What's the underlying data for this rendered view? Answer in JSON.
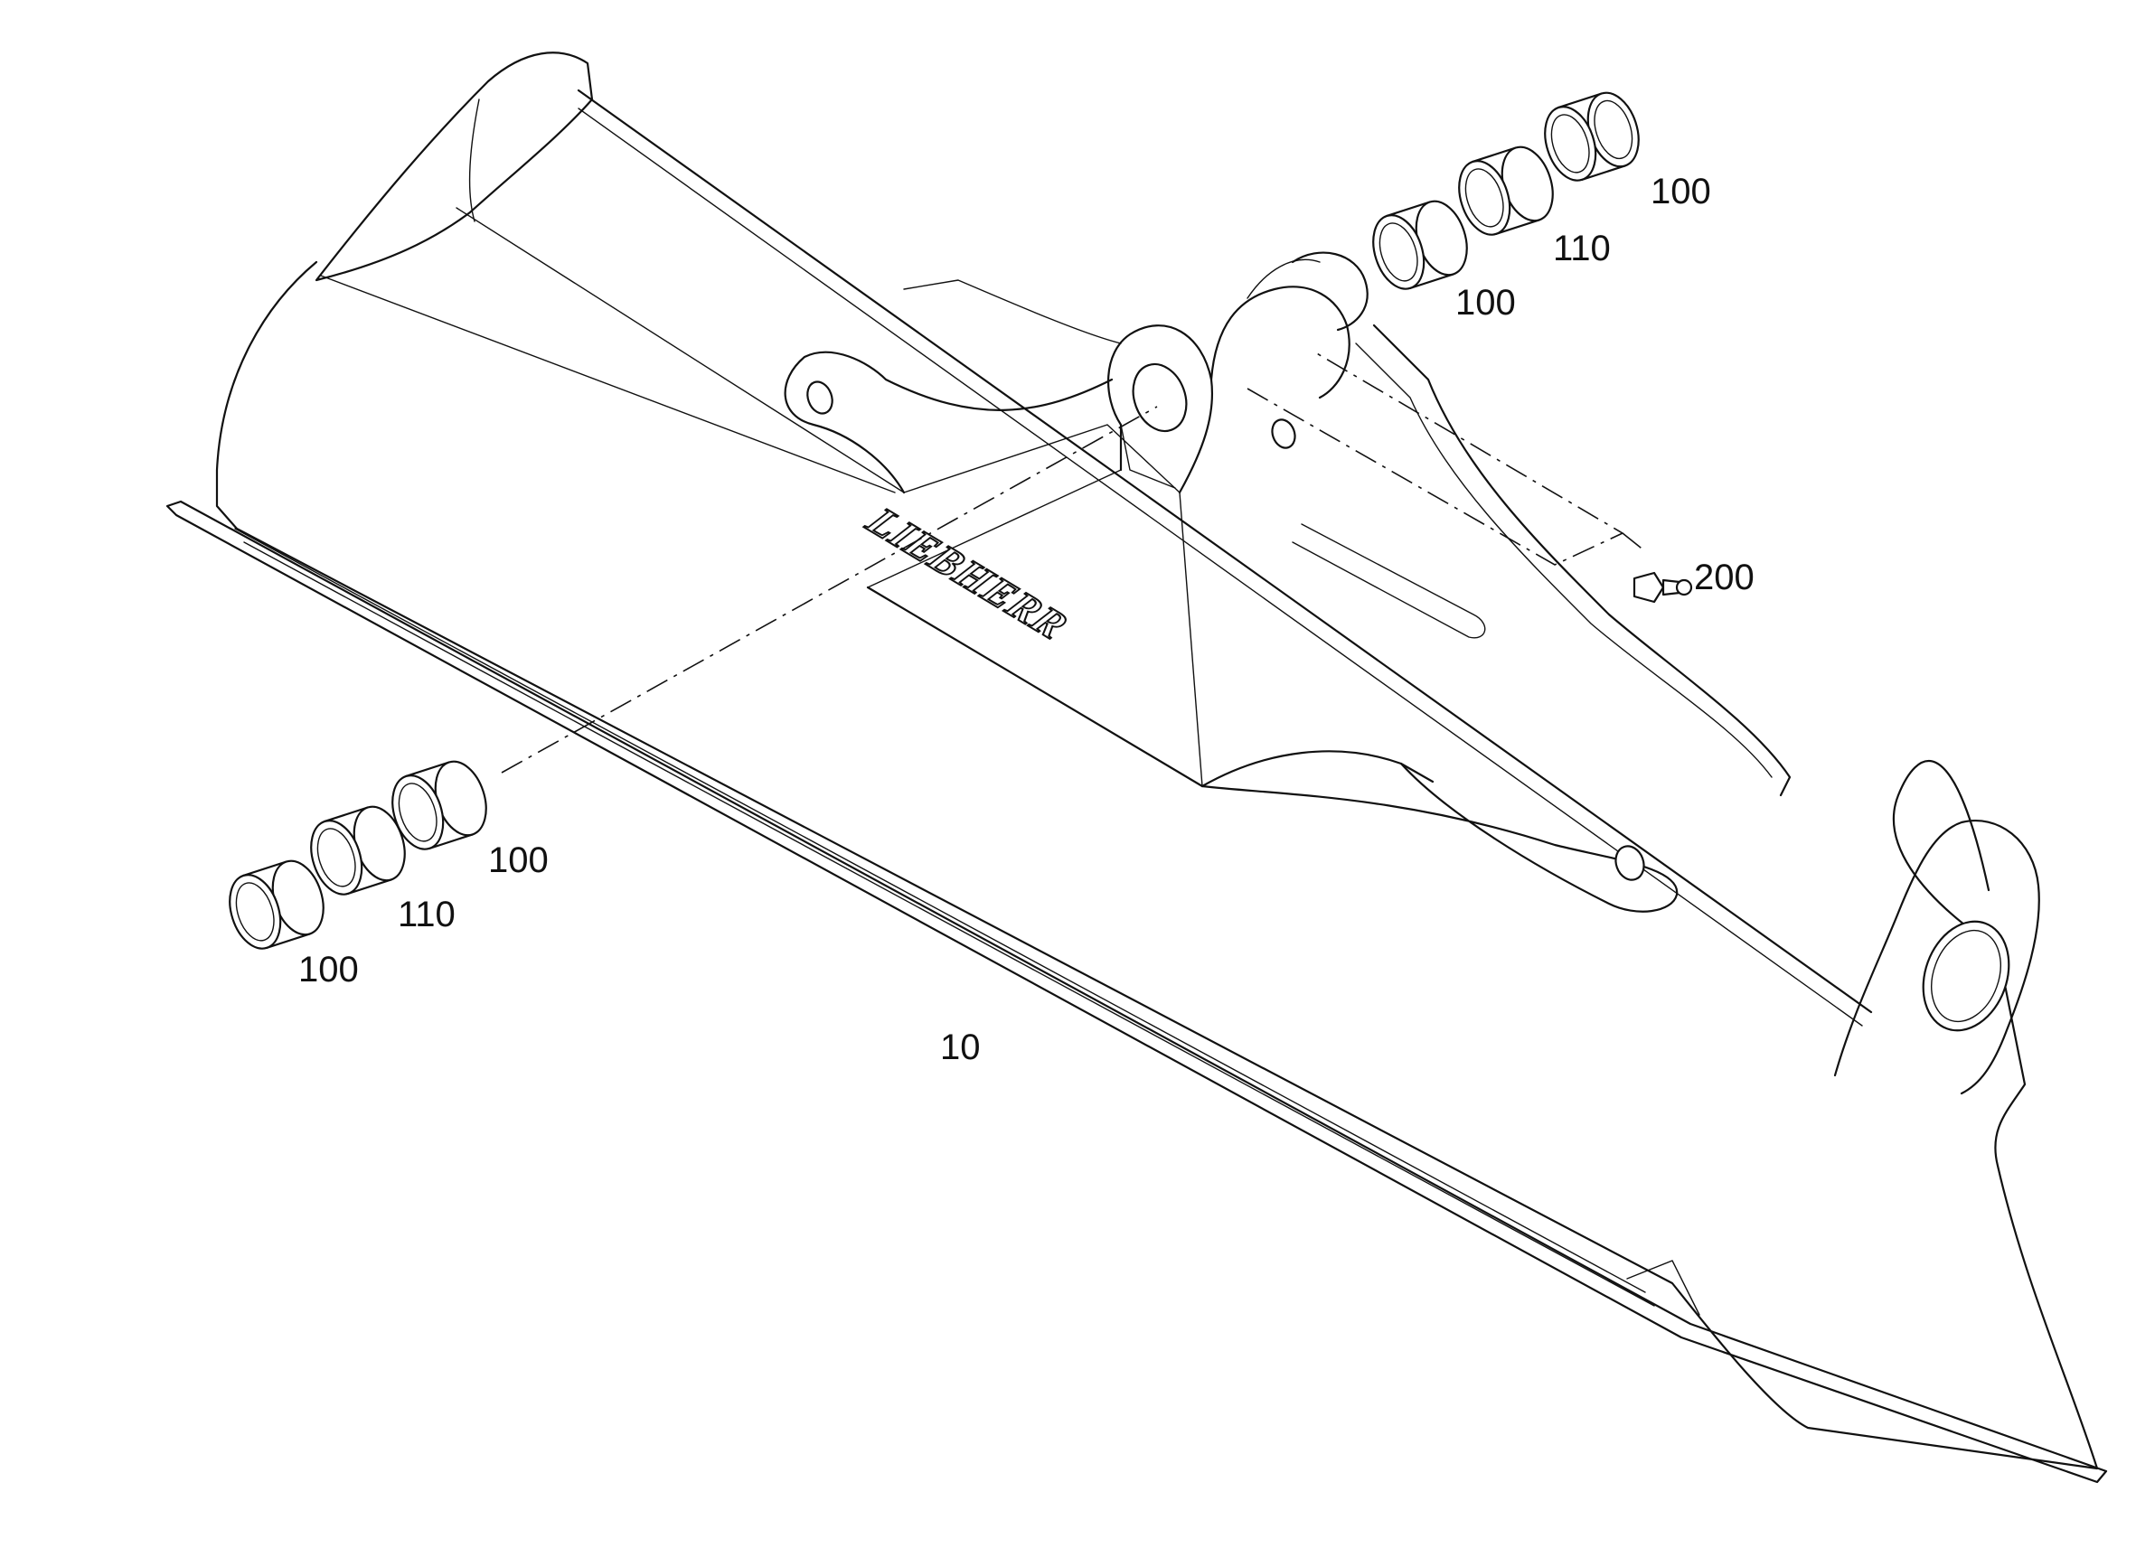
{
  "drawing": {
    "brand_logo": "LIEBHERR",
    "callouts": [
      {
        "id": "c-100-top-right",
        "label": "100"
      },
      {
        "id": "c-110-top",
        "label": "110"
      },
      {
        "id": "c-100-top-left",
        "label": "100"
      },
      {
        "id": "c-200",
        "label": "200"
      },
      {
        "id": "c-100-bottom-right",
        "label": "100"
      },
      {
        "id": "c-110-bottom",
        "label": "110"
      },
      {
        "id": "c-100-bottom-left",
        "label": "100"
      },
      {
        "id": "c-10",
        "label": "10"
      }
    ]
  }
}
